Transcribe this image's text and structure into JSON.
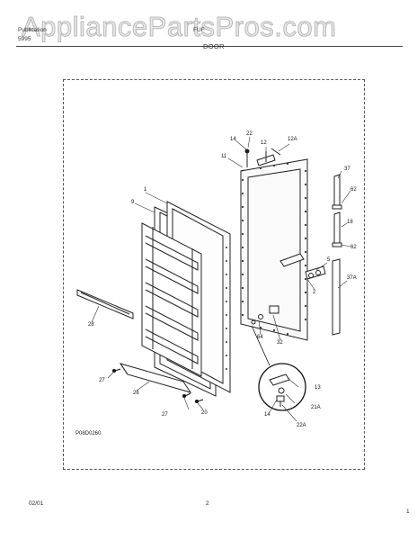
{
  "watermark": "AppliancePartsPros.com",
  "header": {
    "left_line1": "Publication",
    "left_line2": "5995",
    "right_line1": "FUF",
    "section_title": "DOOR"
  },
  "diagram": {
    "code": "P08D0260",
    "callouts": [
      "22",
      "14",
      "12",
      "12A",
      "11",
      "37",
      "62",
      "18",
      "62",
      "9",
      "1",
      "5",
      "37A",
      "2",
      "28",
      "64",
      "32",
      "13",
      "27",
      "26",
      "21A",
      "27",
      "20",
      "14",
      "22A"
    ]
  },
  "footer": {
    "date": "02/01",
    "page": "2",
    "sheet": "1"
  }
}
